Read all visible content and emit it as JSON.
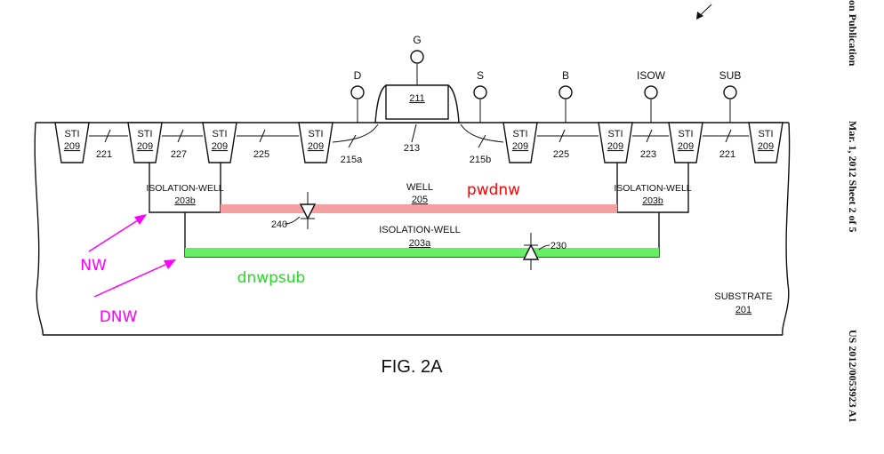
{
  "figure": {
    "caption": "FIG. 2A",
    "terminals": {
      "gate": "G",
      "drain": "D",
      "source": "S",
      "body": "B",
      "isow": "ISOW",
      "sub": "SUB"
    },
    "gate_ref": "211",
    "gate_oxide_ref": "213",
    "sti": {
      "label": "STI",
      "ref": "209"
    },
    "regions": {
      "r221a": "221",
      "r227": "227",
      "r225a": "225",
      "r215a": "215a",
      "r215b": "215b",
      "r225b": "225",
      "r223": "223",
      "r221b": "221"
    },
    "isolation_well_b": {
      "label": "ISOLATION-WELL",
      "ref": "203b"
    },
    "well": {
      "label": "WELL",
      "ref": "205"
    },
    "isolation_well_a": {
      "label": "ISOLATION-WELL",
      "ref": "203a"
    },
    "substrate": {
      "label": "SUBSTRATE",
      "ref": "201"
    },
    "diode_240": "240",
    "diode_230": "230"
  },
  "annotations": {
    "pwdnw": "pwdnw",
    "dnwpsub": "dnwpsub",
    "nw": "NW",
    "dnw": "DNW"
  },
  "colors": {
    "pwdnw": "#ff0000",
    "pwdnw_band": "#f4a0a0",
    "dnwpsub": "#22dd22",
    "dnwpsub_band": "#66ee66",
    "arrows": "#ff00ff"
  },
  "side_header": {
    "publication": "on Publication",
    "date_sheet": "Mar. 1, 2012  Sheet 2 of 5",
    "number": "US 2012/0053923 A1"
  }
}
